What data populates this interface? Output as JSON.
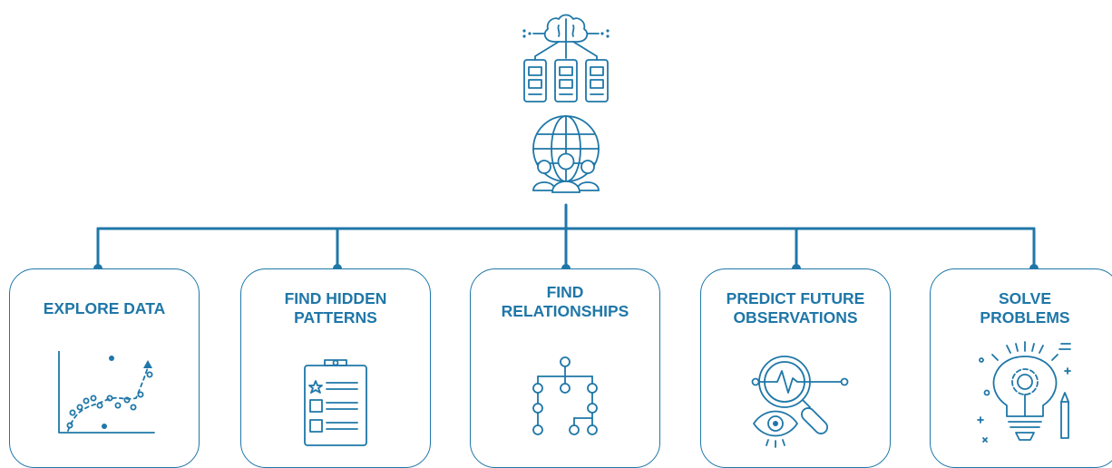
{
  "header": {
    "icons": [
      "brain-network-icon",
      "global-users-icon"
    ]
  },
  "colors": {
    "accent": "#1f77a8"
  },
  "cards": [
    {
      "title_line1": "EXPLORE DATA",
      "title_line2": "",
      "icon": "scatter-trend-chart-icon"
    },
    {
      "title_line1": "FIND HIDDEN",
      "title_line2": "PATTERNS",
      "icon": "clipboard-checklist-icon"
    },
    {
      "title_line1": "FIND",
      "title_line2": "RELATIONSHIPS",
      "icon": "node-tree-icon"
    },
    {
      "title_line1": "PREDICT FUTURE",
      "title_line2": "OBSERVATIONS",
      "icon": "eye-magnifier-pulse-icon"
    },
    {
      "title_line1": "SOLVE",
      "title_line2": "PROBLEMS",
      "icon": "lightbulb-gear-icon"
    }
  ]
}
